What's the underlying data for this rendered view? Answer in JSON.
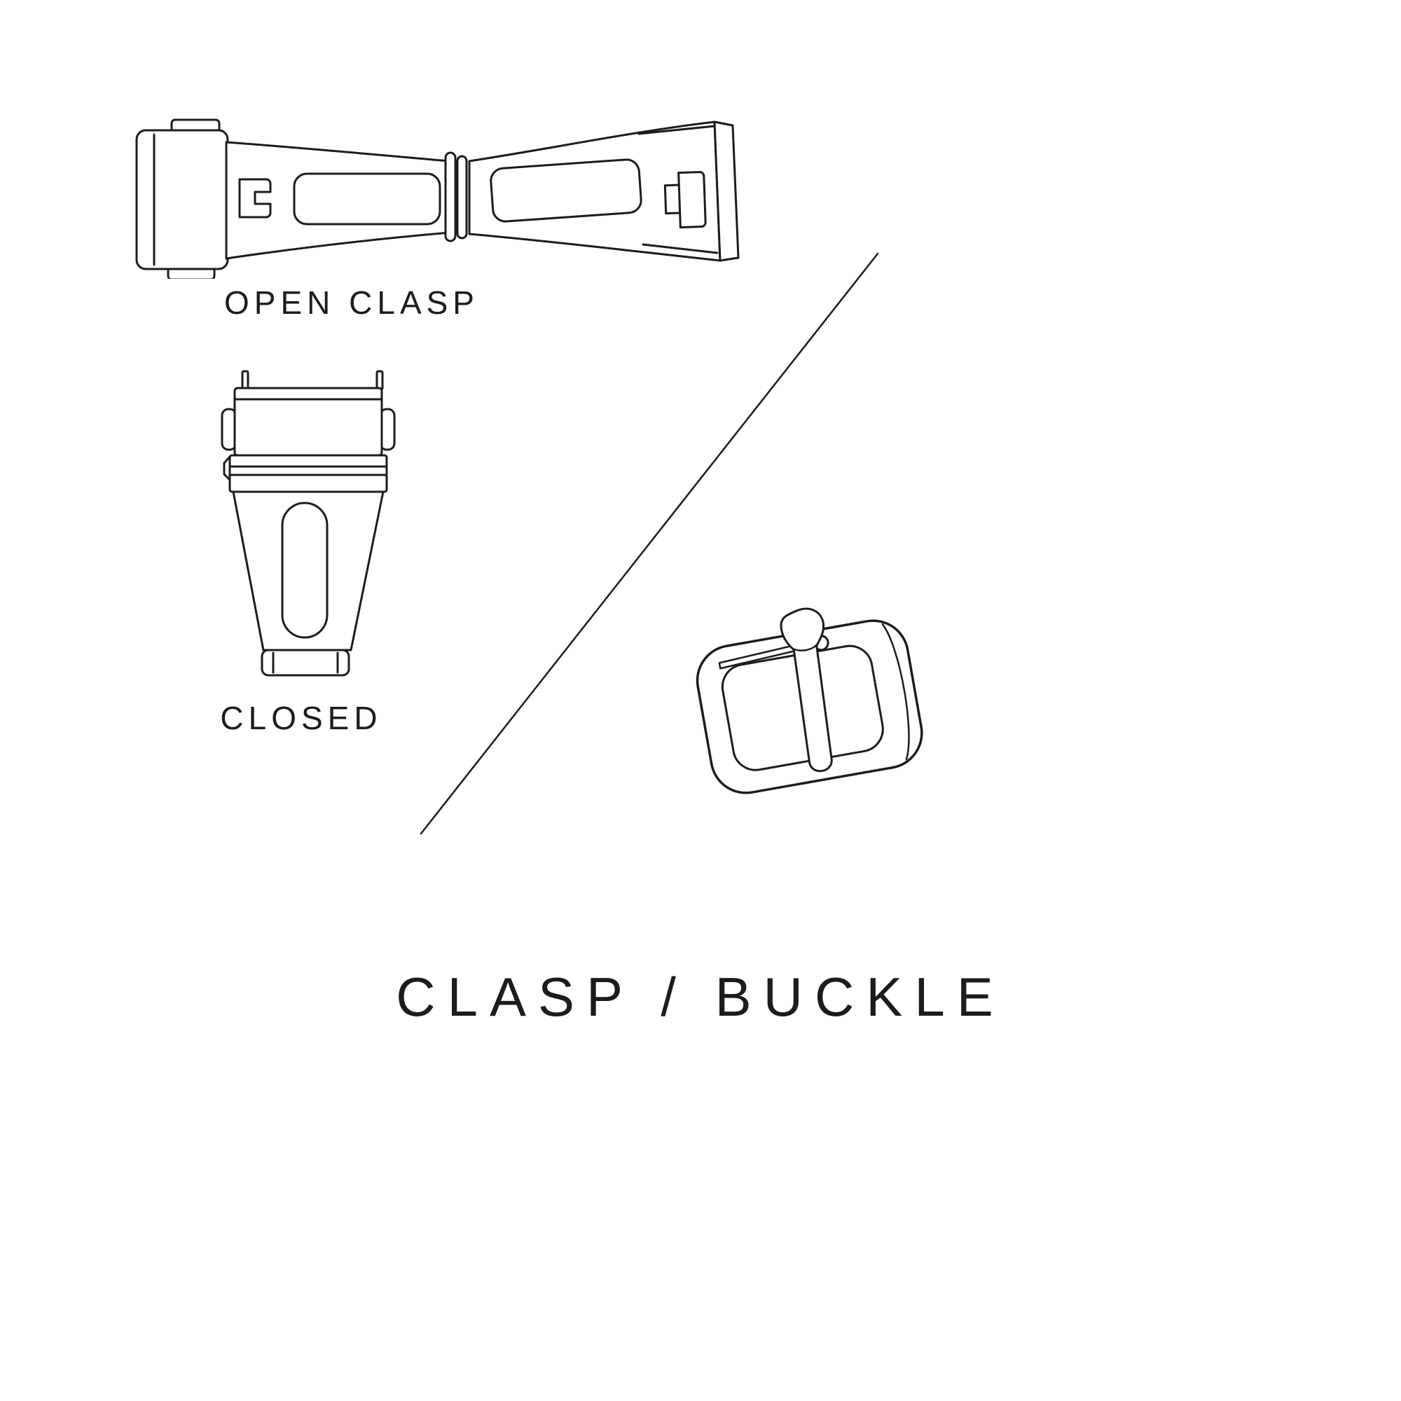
{
  "page": {
    "background_color": "#ffffff",
    "line_color": "#1c1c1c",
    "title": "CLASP / BUCKLE"
  },
  "figures": {
    "open_clasp": {
      "icon": "open-clasp-illustration",
      "label": "OPEN CLASP"
    },
    "closed_clasp": {
      "icon": "closed-clasp-illustration",
      "label": "CLOSED"
    },
    "buckle": {
      "icon": "buckle-illustration"
    },
    "divider": {
      "icon": "diagonal-divider-line"
    }
  }
}
